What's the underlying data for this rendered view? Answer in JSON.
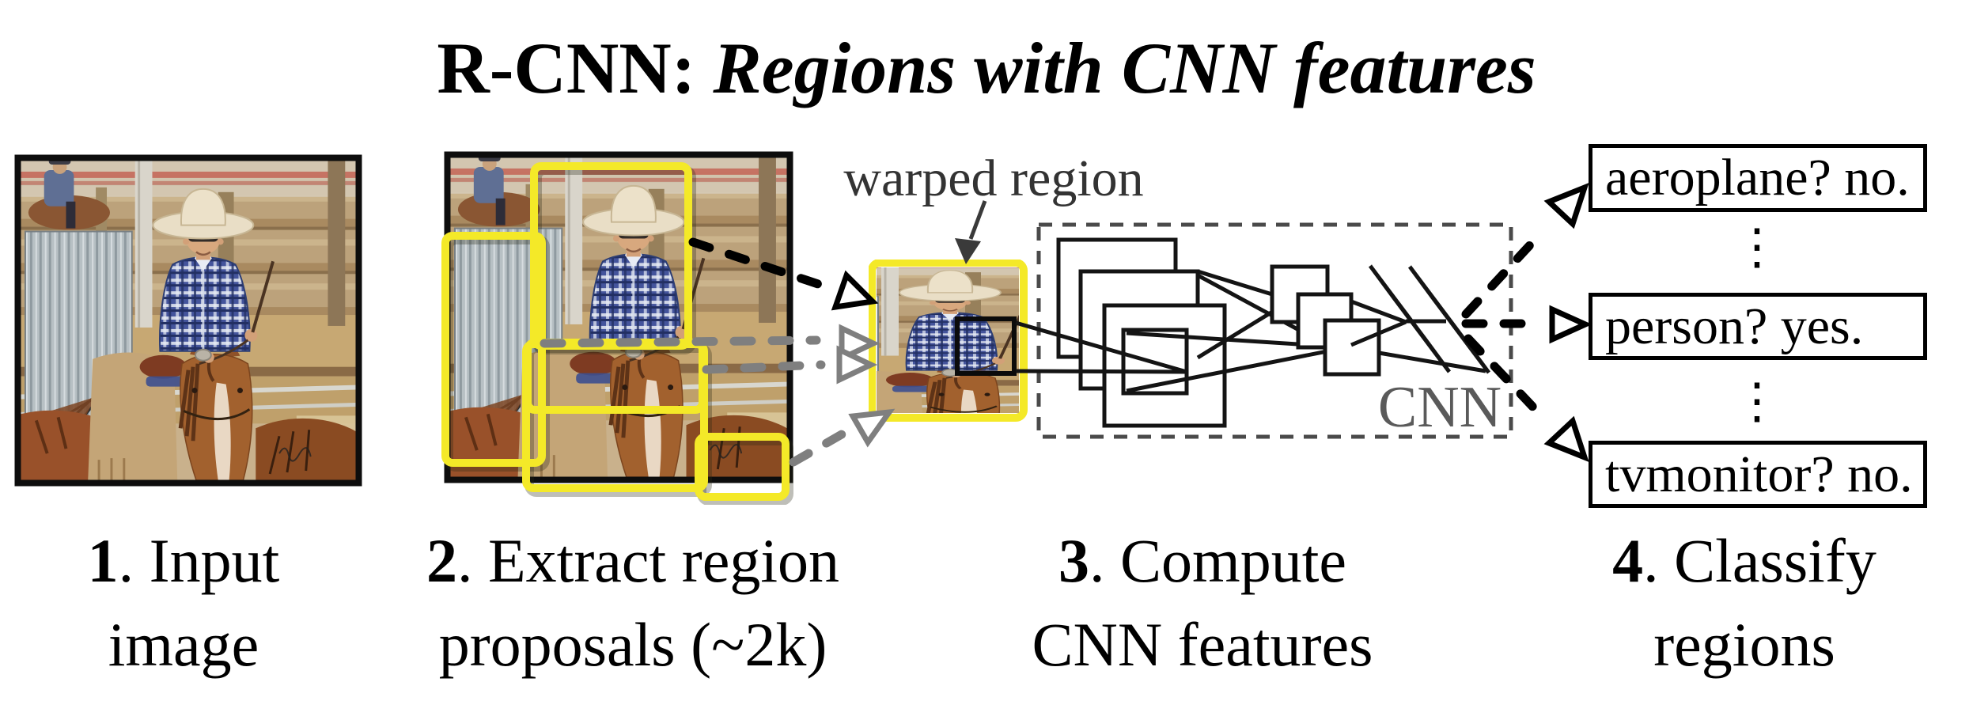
{
  "title": {
    "prefix": "R-CNN:",
    "emphasis": "Regions with CNN features"
  },
  "labels": {
    "warped_region": "warped region",
    "cnn": "CNN",
    "ellipsis": "⋮"
  },
  "steps": [
    {
      "number": "1",
      "rest": ". Input",
      "line2": "image"
    },
    {
      "number": "2",
      "rest": ". Extract region",
      "line2": "proposals (~2k)"
    },
    {
      "number": "3",
      "rest": ". Compute",
      "line2": "CNN features"
    },
    {
      "number": "4",
      "rest": ". Classify",
      "line2": "regions"
    }
  ],
  "classifications": [
    {
      "label": "aeroplane? no."
    },
    {
      "label": "person? yes."
    },
    {
      "label": "tvmonitor? no."
    }
  ],
  "colors": {
    "proposal_yellow": "#f4e928",
    "arrow_gray": "#7f7f7f",
    "dashed_box": "#4a4a4a",
    "cnn_text": "#5a5a5a"
  }
}
